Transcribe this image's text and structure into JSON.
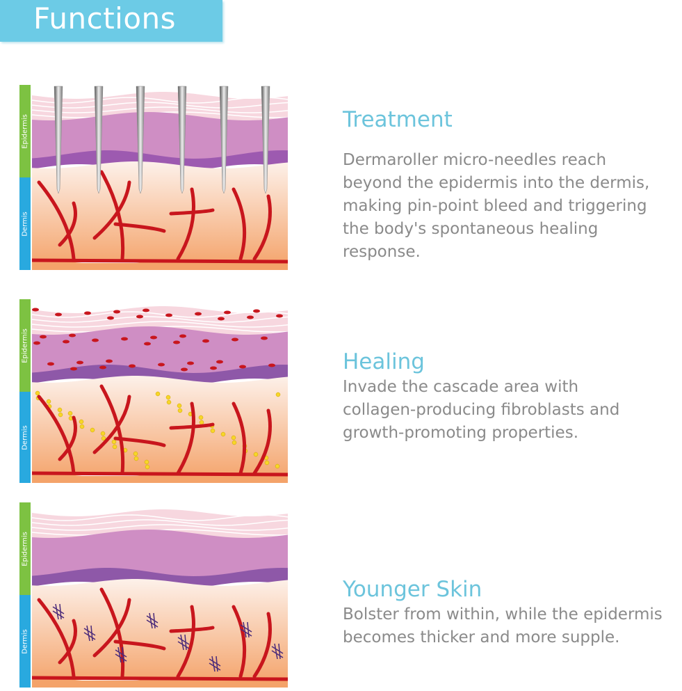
{
  "banner": {
    "title": "Functions"
  },
  "labels": {
    "epidermis": "Epidermis",
    "dermis": "Dermis"
  },
  "sections": [
    {
      "title": "Treatment",
      "lines": [
        "Dermaroller micro-needles reach",
        "beyond the epidermis into the dermis,",
        "making pin-point bleed and triggering",
        "the body's spontaneous healing",
        "response."
      ]
    },
    {
      "title": "Healing",
      "lines": [
        "Invade the cascade area with",
        "collagen-producing fibroblasts and",
        "growth-promoting properties."
      ]
    },
    {
      "title": "Younger Skin",
      "lines": [
        "Bolster from within, while the epidermis",
        "becomes thicker and more supple."
      ]
    }
  ],
  "colors": {
    "accent": "#6ccbe6",
    "heading": "#6cc4dc",
    "epidermis_bar": "#7dc242",
    "dermis_bar": "#29a9df",
    "vessel": "#c8161d"
  }
}
